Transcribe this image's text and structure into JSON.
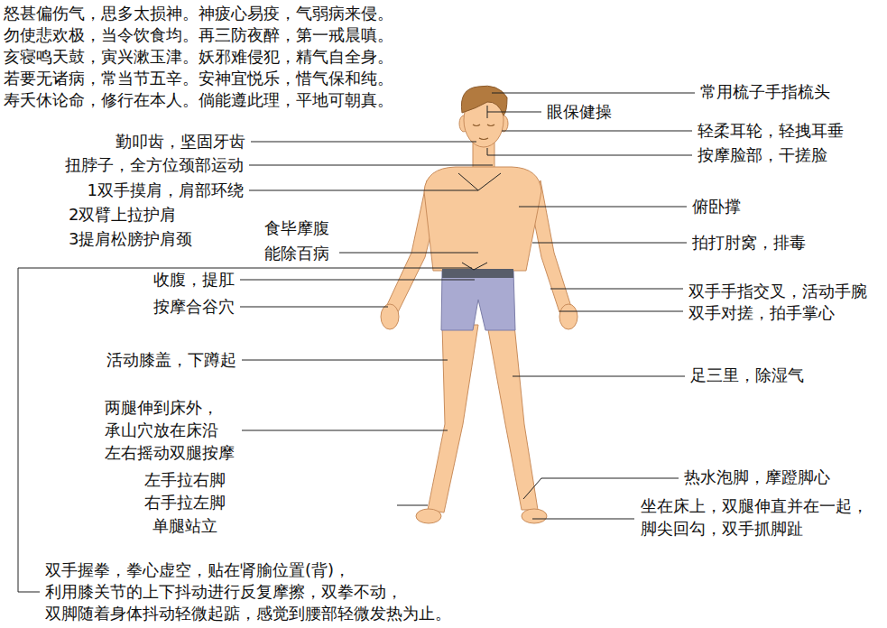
{
  "diagram": {
    "labels": [
      "怒甚偏伤气，思多太损神。神疲心易疫，气弱病来侵。",
      "勿使悲欢极，当令饮食均。再三防夜醉，第一戒晨嗔。",
      "亥寝鸣天鼓，寅兴漱玉津。妖邪难侵犯，精气自全身。",
      "若要无诸病，常当节五辛。安神宜悦乐，惜气保和纯。",
      "寿夭休论命，修行在本人。倘能遵此理，平地可朝真。",
      "勤叩齿，坚固牙齿",
      "扭脖子，全方位颈部运动",
      "1双手摸肩，肩部环绕",
      "2双臂上拉护肩",
      "3提肩松膀护肩颈",
      "食毕摩腹",
      "能除百病",
      "收腹，提肛",
      "按摩合谷穴",
      "活动膝盖，下蹲起",
      "两腿伸到床外，",
      "承山穴放在床沿",
      "左右摇动双腿按摩",
      "左手拉右脚",
      "右手拉左脚",
      "单腿站立",
      "双手握拳，拳心虚空，贴在肾腧位置(背)，",
      "利用膝关节的上下抖动进行反复摩擦，双拳不动，",
      "双脚随着身体抖动轻微起踮，感觉到腰部轻微发热为止。",
      "常用梳子手指梳头",
      "眼保健操",
      "轻柔耳轮，轻拽耳垂",
      "按摩脸部，干搓脸",
      "俯卧撑",
      "拍打肘窝，排毒",
      "双手手指交叉，活动手腕",
      "双手对搓，拍手掌心",
      "足三里，除湿气",
      "热水泡脚，摩蹬脚心",
      "坐在床上，双腿伸直并在一起，",
      "脚尖回勾，双手抓脚趾"
    ]
  }
}
